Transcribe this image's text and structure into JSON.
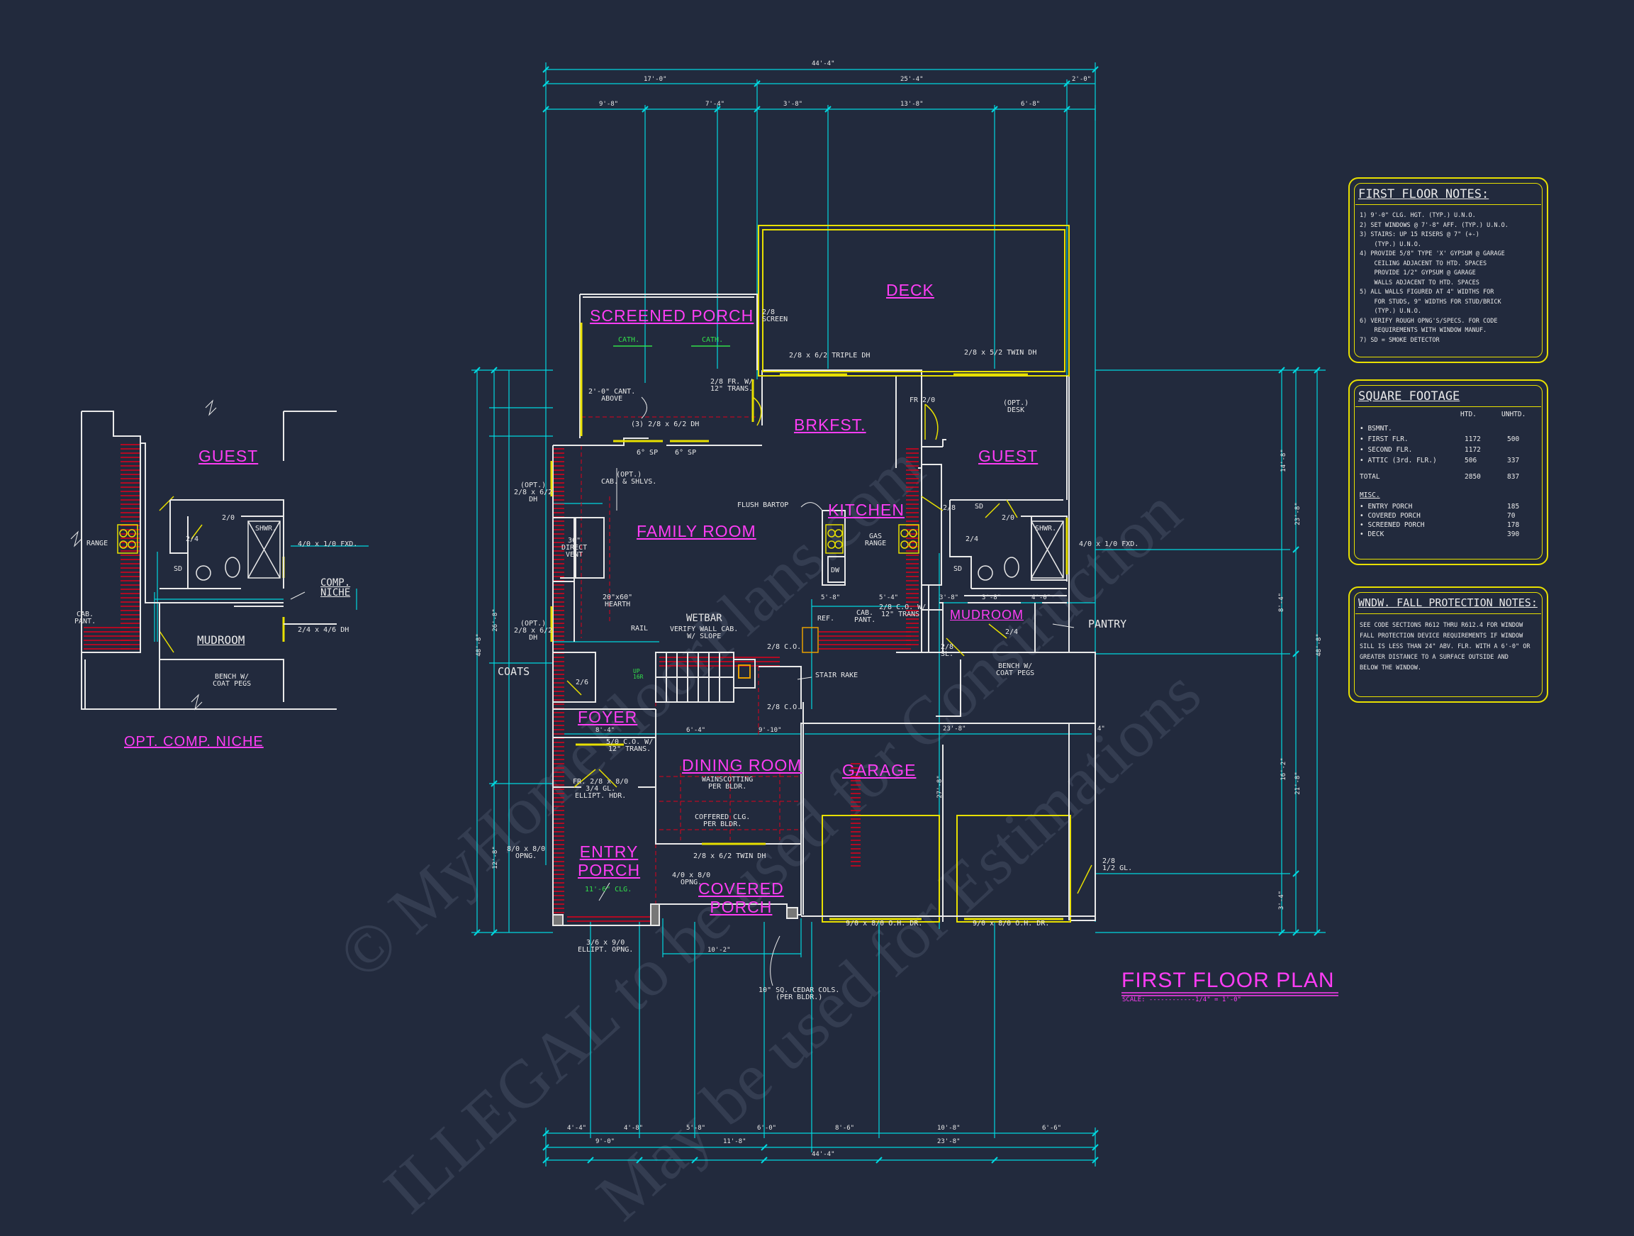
{
  "plan": {
    "title": "FIRST FLOOR PLAN",
    "scale": "SCALE: ------------1/4\" = 1'-0\""
  },
  "watermark": {
    "line1": "© MyHomeFloorPlans.com",
    "line2": "ILLEGAL to be used for Construction",
    "line3": "May be used for Estimations"
  },
  "niche": {
    "title": "OPT. COMP. NICHE",
    "guest": "GUEST",
    "mudroom": "MUDROOM",
    "range": "RANGE",
    "cab_pant": "CAB.\nPANT.",
    "comp_niche": "COMP.\nNICHE",
    "window1": "4/0 x 1/0 FXD.",
    "window2": "2/4 x 4/6 DH",
    "bench": "BENCH W/\nCOAT PEGS",
    "shwr": "SHWR.",
    "door1": "2/0",
    "door2": "2/4",
    "sd": "SD"
  },
  "rooms": {
    "screened_porch": "SCREENED PORCH",
    "deck": "DECK",
    "brkfst": "BRKFST.",
    "guest": "GUEST",
    "family_room": "FAMILY ROOM",
    "kitchen": "KITCHEN",
    "mudroom": "MUDROOM",
    "foyer": "FOYER",
    "dining_room": "DINING ROOM",
    "garage": "GARAGE",
    "entry_porch": "ENTRY\nPORCH",
    "covered_porch": "COVERED\nPORCH"
  },
  "notes": {
    "cath1": "CATH.",
    "cath2": "CATH.",
    "screen": "2/8\nSCREEN",
    "cant": "2'-0\" CANT.\nABOVE",
    "dh3": "(3) 2/8 x 6/2 DH",
    "fr_trans": "2/8 FR. W/\n12\" TRANS.",
    "triple_dh": "2/8 x 6/2 TRIPLE DH",
    "twin_dh_top": "2/8 x 5/2 TWIN DH",
    "fr20": "FR 2/0",
    "opt_desk": "(OPT.)\nDESK",
    "opt_dh": "(OPT.)\n2/8 x 6/2\nDH",
    "opt_cab": "(OPT.)\nCAB. & SHLVS.",
    "sp1": "6° SP",
    "sp2": "6° SP",
    "direct_vent": "36\"\nDIRECT\nVENT",
    "hearth": "20\"x60\"\nHEARTH",
    "flush_bartop": "FLUSH BARTOP",
    "gas_range": "GAS\nRANGE",
    "dw": "DW",
    "wetbar": "WETBAR",
    "verify_cab": "VERIFY WALL CAB.\nW/ SLOPE",
    "rail": "RAIL",
    "ref": "REF.",
    "cab_pant": "CAB.\nPANT.",
    "co_trans": "2/8 C.O. W/\n12\" TRANS.",
    "co28a": "2/8 C.O.",
    "co28b": "2/8 C.O.",
    "stair_rake": "STAIR RAKE",
    "coats": "COATS",
    "d26": "2/6",
    "up": "UP\n16R",
    "co50": "5/0 C.O. W/\n12\" TRANS.",
    "fr_dh": "FR. 2/8 x 8/0\n3/4 GL.\nELLIPT. HDR.",
    "wainscot": "WAINSCOTTING\nPER BLDR.",
    "coffered": "COFFERED CLG.\nPER BLDR.",
    "twin_dh_bot": "2/8 x 6/2 TWIN DH",
    "opng": "8/0 x 8/0\nOPNG.",
    "opng4": "4/0 x 8/0\nOPNG.",
    "clg": "11'-6\" CLG.",
    "ellipt": "3/6 x 9/0\nELLIPT. OPNG.",
    "cedar": "10\" SQ. CEDAR COLS.\n(PER BLDR.)",
    "ohdr1": "9/0 x 8/0 O.H. DR.",
    "ohdr2": "9/0 x 8/0 O.H. DR.",
    "gl12": "2/8\n1/2 GL.",
    "bench": "BENCH W/\nCOAT PEGS",
    "pantry": "PANTRY",
    "fxd": "4/0 x 1/0 FXD.",
    "shwr": "SHWR.",
    "d28": "2/8",
    "d24": "2/4",
    "d20": "2/0",
    "d28b": "2/8\nSL.",
    "d24b": "2/4",
    "sd": "SD"
  },
  "dims": {
    "overall_top": "44'-4\"",
    "top_a": "17'-0\"",
    "top_b": "25'-4\"",
    "top_c": "2'-0\"",
    "top2_a": "9'-8\"",
    "top2_b": "7'-4\"",
    "top2_c": "3'-8\"",
    "top2_d": "13'-8\"",
    "top2_e": "6'-8\"",
    "overall_bottom": "44'-4\"",
    "bot_a": "9'-0\"",
    "bot_b": "11'-8\"",
    "bot_c": "23'-8\"",
    "bot2_a": "4'-4\"",
    "bot2_b": "4'-8\"",
    "bot2_c": "5'-8\"",
    "bot2_d": "6'-0\"",
    "bot2_e": "8'-6\"",
    "bot2_f": "10'-8\"",
    "bot2_g": "6'-6\"",
    "left_overall": "48'-8\"",
    "left_a": "26'-8\"",
    "left_b": "12'-8\"",
    "right_overall": "48'-8\"",
    "right_a": "23'-8\"",
    "right_b": "21'-8\"",
    "right_c": "14'-8\"",
    "right_d": "8'-4\"",
    "right_e": "16'-2\"",
    "right_f": "3'-4\"",
    "garage_w": "23'-8\"",
    "porch_w": "10'-2\"",
    "foyer_w": "8'-4\"",
    "dr_w": "6'-4\"",
    "dr_w2": "9'-10\"",
    "mud_w1": "3'-8\"",
    "mud_w2": "3'-8\"",
    "mud_w3": "4'-0\"",
    "kit_w": "5'-8\"",
    "kit_w2": "5'-4\"",
    "gar_d": "27'-8\"",
    "gar_4": "4\""
  },
  "notes_panel": {
    "title": "FIRST FLOOR NOTES:",
    "body": "1) 9'-0\" CLG. HGT. (TYP.) U.N.O.\n2) SET WINDOWS @ 7'-8\" AFF. (TYP.) U.N.O.\n3) STAIRS: UP 15 RISERS @ 7\" (+-)\n    (TYP.) U.N.O.\n4) PROVIDE 5/8\" TYPE 'X' GYPSUM @ GARAGE\n    CEILING ADJACENT TO HTD. SPACES\n    PROVIDE 1/2\" GYPSUM @ GARAGE\n    WALLS ADJACENT TO HTD. SPACES\n5) ALL WALLS FIGURED AT 4\" WIDTHS FOR\n    FOR STUDS, 9\" WIDTHS FOR STUD/BRICK\n    (TYP.) U.N.O.\n6) VERIFY ROUGH OPNG'S/SPECS. FOR CODE\n    REQUIREMENTS WITH WINDOW MANUF.\n7) SD = SMOKE DETECTOR"
  },
  "sqft_panel": {
    "title": "SQUARE FOOTAGE",
    "col_htd": "HTD.",
    "col_unhtd": "UNHTD.",
    "rows": [
      {
        "label": "• BSMNT.",
        "htd": "",
        "unhtd": ""
      },
      {
        "label": "• FIRST FLR.",
        "htd": "1172",
        "unhtd": "500"
      },
      {
        "label": "• SECOND FLR.",
        "htd": "1172",
        "unhtd": ""
      },
      {
        "label": "• ATTIC (3rd. FLR.)",
        "htd": "506",
        "unhtd": "337"
      },
      {
        "label": "TOTAL",
        "htd": "2850",
        "unhtd": "837"
      }
    ],
    "misc_title": "MISC.",
    "misc": [
      {
        "label": "• ENTRY PORCH",
        "val": "185"
      },
      {
        "label": "• COVERED PORCH",
        "val": "70"
      },
      {
        "label": "• SCREENED PORCH",
        "val": "178"
      },
      {
        "label": "• DECK",
        "val": "390"
      }
    ]
  },
  "window_panel": {
    "title": "WNDW. FALL PROTECTION NOTES:",
    "body": "SEE CODE SECTIONS R612 THRU R612.4 FOR WINDOW\nFALL PROTECTION DEVICE REQUIREMENTS IF WINDOW\nSILL IS LESS THAN 24\" ABV. FLR. WITH A 6'-0\" OR\nGREATER DISTANCE TO A SURFACE OUTSIDE AND\nBELOW THE WINDOW."
  },
  "colors": {
    "background": "#222a3d",
    "dimension": "#00d8e0",
    "wall": "#e9e9e9",
    "room_label": "#ff3df5",
    "yellow": "#e8e000",
    "red": "#e0001a",
    "green": "#33e04a"
  }
}
